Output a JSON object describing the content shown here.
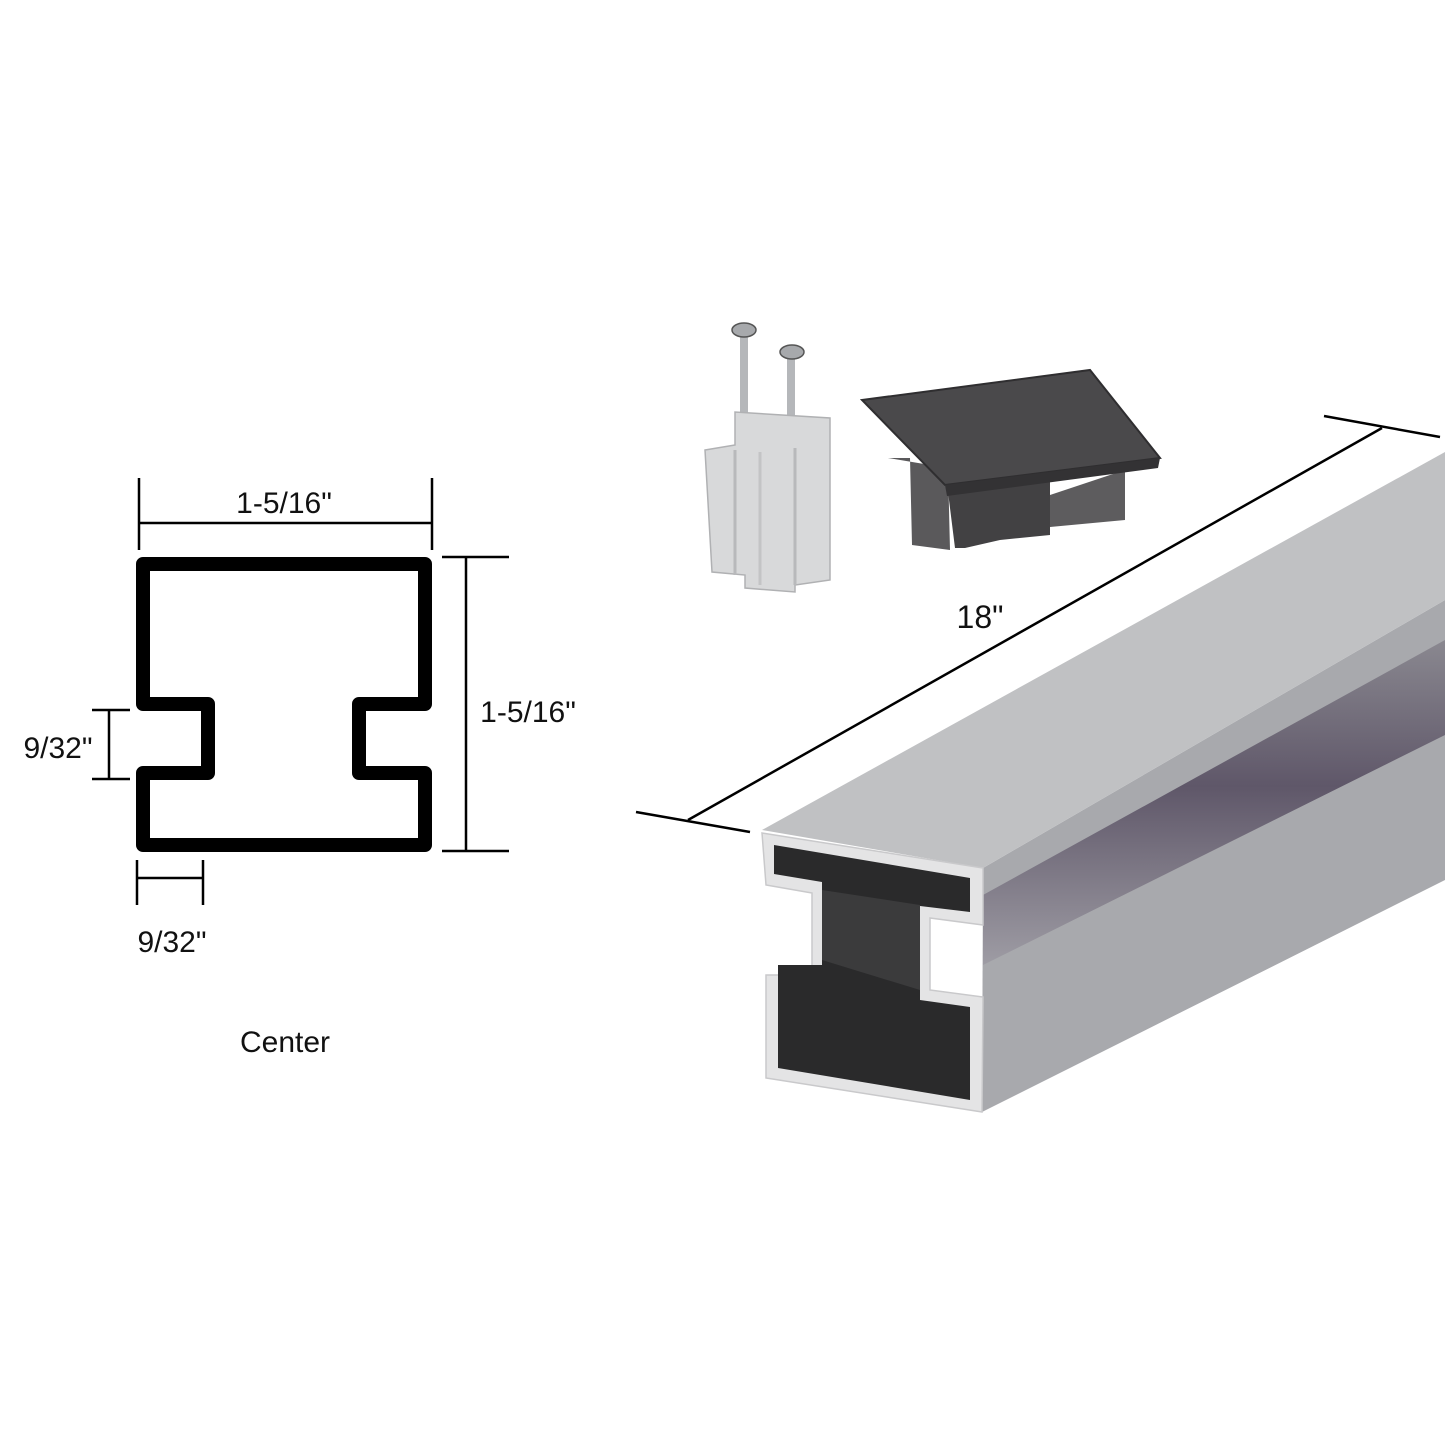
{
  "profile_drawing": {
    "width_label": "1-5/16\"",
    "height_label": "1-5/16\"",
    "notch_height_label": "9/32\"",
    "notch_depth_label": "9/32\"",
    "caption": "Center"
  },
  "product_photo": {
    "length_label": "18\"",
    "parts": [
      "insert-with-screws",
      "end-cap",
      "center-rail"
    ]
  },
  "colors": {
    "rail_top": "#c0c1c3",
    "rail_side": "#a8a9ad",
    "rail_groove": "#6e6778",
    "end_cap": "#4a494b",
    "insert": "#d8d9da"
  }
}
